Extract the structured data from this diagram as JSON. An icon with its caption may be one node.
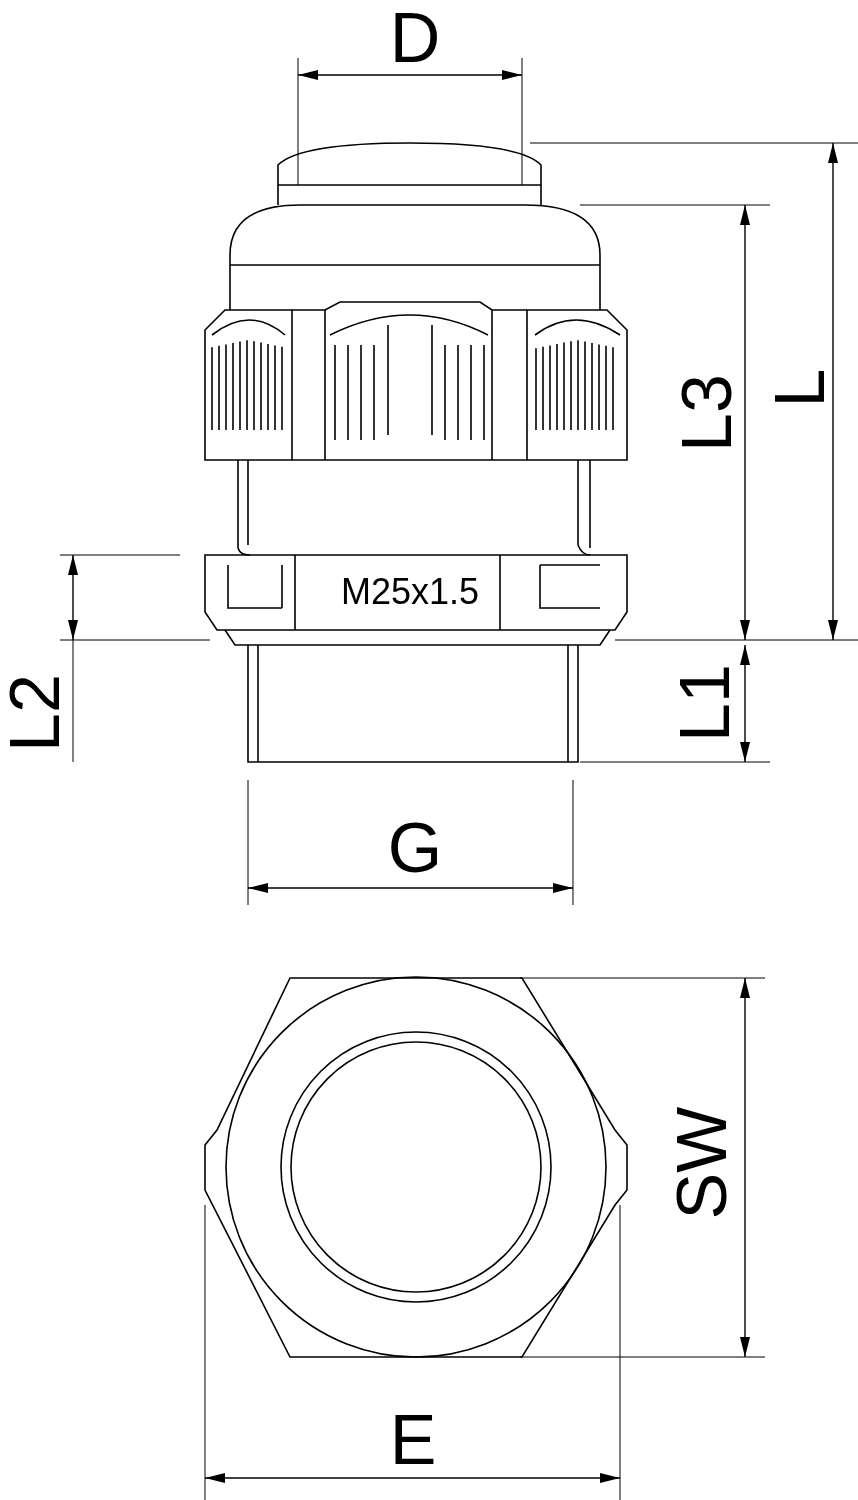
{
  "diagram": {
    "labels": [
      "D",
      "L3",
      "L",
      "M25x1.5",
      "L2",
      "L1",
      "G",
      "SW",
      "E"
    ]
  }
}
